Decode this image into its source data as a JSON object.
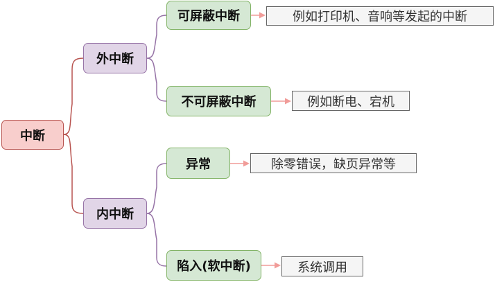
{
  "colors": {
    "root_fill": "#f8cecc",
    "root_border": "#b85450",
    "level1_fill": "#e1d5e7",
    "level1_border": "#9673a6",
    "level2_fill": "#d5e8d4",
    "level2_border": "#82b366",
    "note_fill": "#f5f5f5",
    "note_border": "#666666",
    "arrow": "#f19c99"
  },
  "root": {
    "label": "中断"
  },
  "branches": [
    {
      "label": "外中断",
      "children": [
        {
          "label": "可屏蔽中断",
          "note": "例如打印机、音响等发起的中断"
        },
        {
          "label": "不可屏蔽中断",
          "note": "例如断电、宕机"
        }
      ]
    },
    {
      "label": "内中断",
      "children": [
        {
          "label": "异常",
          "note": "除零错误，缺页异常等"
        },
        {
          "label": "陷入(软中断)",
          "note": "系统调用"
        }
      ]
    }
  ]
}
